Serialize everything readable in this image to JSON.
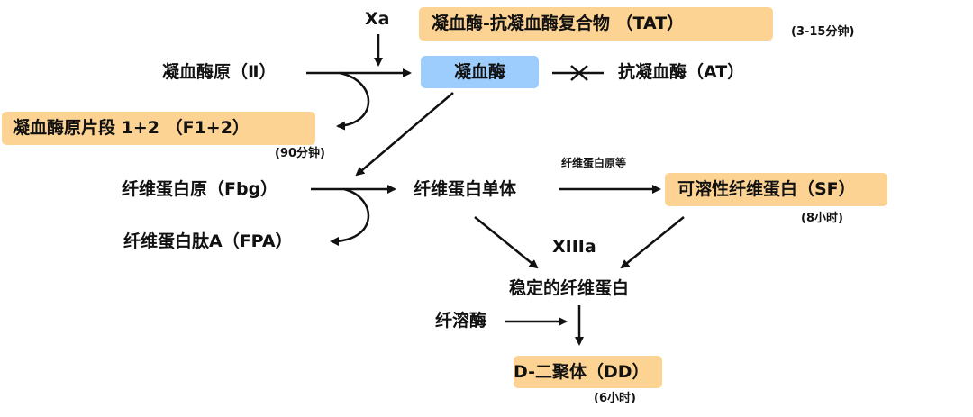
{
  "colors": {
    "highlight": "#fdd393",
    "thrombin": "#9ccdfd",
    "line": "#111111"
  },
  "nodes": {
    "xa": "Xa",
    "tat": "凝血酶-抗凝血酶复合物 （TAT）",
    "tat_time": "(3-15分钟)",
    "prothrombin": "凝血酶原（Ⅱ）",
    "thrombin": "凝血酶",
    "antithrombin": "抗凝血酶（AT）",
    "f12": "凝血酶原片段 1+2 （F1+2）",
    "f12_time": "(90分钟)",
    "fibrinogen": "纤维蛋白原（Fbg）",
    "fpa": "纤维蛋白肽A（FPA）",
    "monomer": "纤维蛋白单体",
    "monomer_to_sf_label": "纤维蛋白原等",
    "sf": "可溶性纤维蛋白（SF）",
    "sf_time": "(8小时)",
    "xiiia": "XIIIa",
    "stable_fibrin": "稳定的纤维蛋白",
    "plasmin": "纤溶酶",
    "dd": "D-二聚体（DD）",
    "dd_time": "(6小时)"
  }
}
